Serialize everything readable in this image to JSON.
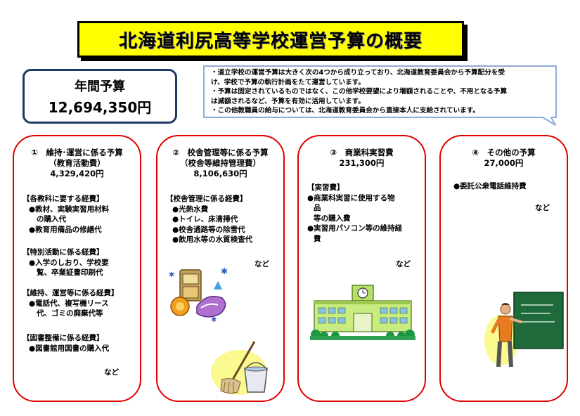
{
  "title": "北海道利尻高等学校運営予算の概要",
  "annual": {
    "label": "年間予算",
    "value": "12,694,350円"
  },
  "notes": [
    "・道立学校の運営予算は大きく次の4つから成り立っており、北海道教育委員会から予算配分を受",
    "け、学校で予算の執行計画をたて運営しています。",
    "・予算は固定されているものではなく、この他学校要望により増額されることや、不用となる予算",
    "は減額されるなど、予算を有効に活用しています。",
    "・この他教職員の給与については、北海道教育委員会から直接本人に支給されています。"
  ],
  "columns": [
    {
      "title": "①　維持･運営に係る予算",
      "subtitle": "（教育活動費）",
      "amount": "4,329,420円",
      "sections": [
        {
          "header": "【各教科に要する経費】",
          "lines": [
            "●教材、実験実習用材料",
            "の購入代",
            "●教育用備品の修繕代"
          ]
        },
        {
          "header": "【特別活動に係る経費】",
          "lines": [
            "●入学のしおり、学校要",
            "覧、卒業証書印刷代"
          ]
        },
        {
          "header": "【維持、運営等に係る経費】",
          "lines": [
            "●電話代、複写機リース",
            "代、ゴミの廃棄代等"
          ]
        },
        {
          "header": "【図書整備に係る経費】",
          "lines": [
            "●図書館用図書の購入代"
          ]
        }
      ],
      "etc": "など"
    },
    {
      "title": "②　校舎管理等に係る予算",
      "subtitle": "（校舎等維持管理費）",
      "amount": "8,106,630円",
      "sections": [
        {
          "header": "【校舎管理に係る経費】",
          "lines": [
            "●光熱水費",
            "●トイレ、床清掃代",
            "●校舎通路等の除雪代",
            "●飲用水等の水質検査代"
          ]
        }
      ],
      "etc": "など"
    },
    {
      "title": "③　商業科実習費",
      "amount": "231,300円",
      "sections": [
        {
          "header": "【実習費】",
          "lines": [
            "●商業科実習に使用する物",
            "品",
            "等の購入費",
            "●実習用パソコン等の維持経",
            "費"
          ]
        }
      ],
      "etc": "など"
    },
    {
      "title": "④　その他の予算",
      "amount": "27,000円",
      "sections": [
        {
          "header": "",
          "lines": [
            "●委託公衆電話維持費"
          ]
        }
      ],
      "etc": "など"
    }
  ],
  "colors": {
    "title_bg": "#ffff00",
    "column_border": "#e00000",
    "annual_border": "#1f3864",
    "note_border": "#8faadc"
  },
  "icons": [
    "cleaning-supplies-icon",
    "mop-bucket-icon",
    "school-building-icon",
    "teacher-blackboard-icon"
  ]
}
